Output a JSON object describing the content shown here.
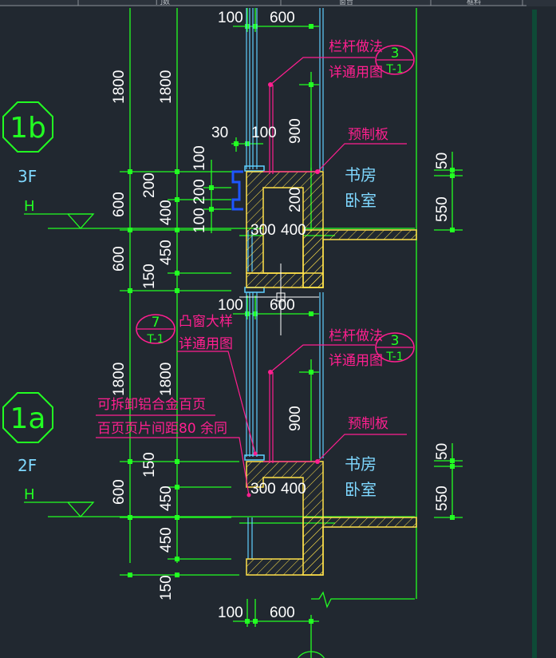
{
  "header": {
    "left_text": "门数",
    "mid_text": "窗台",
    "right_text": "框料"
  },
  "dims": {
    "top_w1": "100",
    "top_w2": "600",
    "v1800a": "1800",
    "v1800b": "1800",
    "h30": "30",
    "h100": "100",
    "v900a": "900",
    "v100a": "100",
    "v200a": "200",
    "v600a": "600",
    "v200b": "200",
    "v400a": "400",
    "v100b": "100",
    "v200c": "200",
    "v50a": "50",
    "v550a": "550",
    "h300a": "300",
    "h400a": "400",
    "v600b": "600",
    "v450a": "450",
    "v150a": "150",
    "mid_w1": "100",
    "mid_w2": "600",
    "v1800c": "1800",
    "v1800d": "1800",
    "v900b": "900",
    "v150b": "150",
    "v600c": "600",
    "v450b": "450",
    "h300b": "300",
    "h400b": "400",
    "v450c": "450",
    "v150c": "150",
    "v50b": "50",
    "v550b": "550",
    "bot_w1": "100",
    "bot_w2": "600"
  },
  "labels": {
    "upper": {
      "axis_num": "1b",
      "floor": "3F",
      "h_mark": "H",
      "railing_1": "栏杆做法",
      "railing_2": "详通用图",
      "ref_num": "3",
      "ref_sheet": "T-1",
      "precast": "预制板",
      "room_1": "书房",
      "room_2": "卧室"
    },
    "middle": {
      "ref_num": "7",
      "ref_sheet": "T-1",
      "bay_1": "凸窗大样",
      "bay_2": "详通用图"
    },
    "lower": {
      "axis_num": "1a",
      "floor": "2F",
      "h_mark": "H",
      "louver_1": "可拆卸铝合金百页",
      "louver_2": "百页页片间距80  余同",
      "railing_1": "栏杆做法",
      "railing_2": "详通用图",
      "ref_num": "3",
      "ref_sheet": "T-1",
      "precast": "预制板",
      "room_1": "书房",
      "room_2": "卧室"
    }
  },
  "colors": {
    "background": "#212830",
    "dimension": "#22ff22",
    "text": "#ffffff",
    "annotation": "#ff1f8f",
    "glazing": "#5ecfff",
    "concrete": "#ffe14a",
    "frame": "#1e56ff"
  }
}
